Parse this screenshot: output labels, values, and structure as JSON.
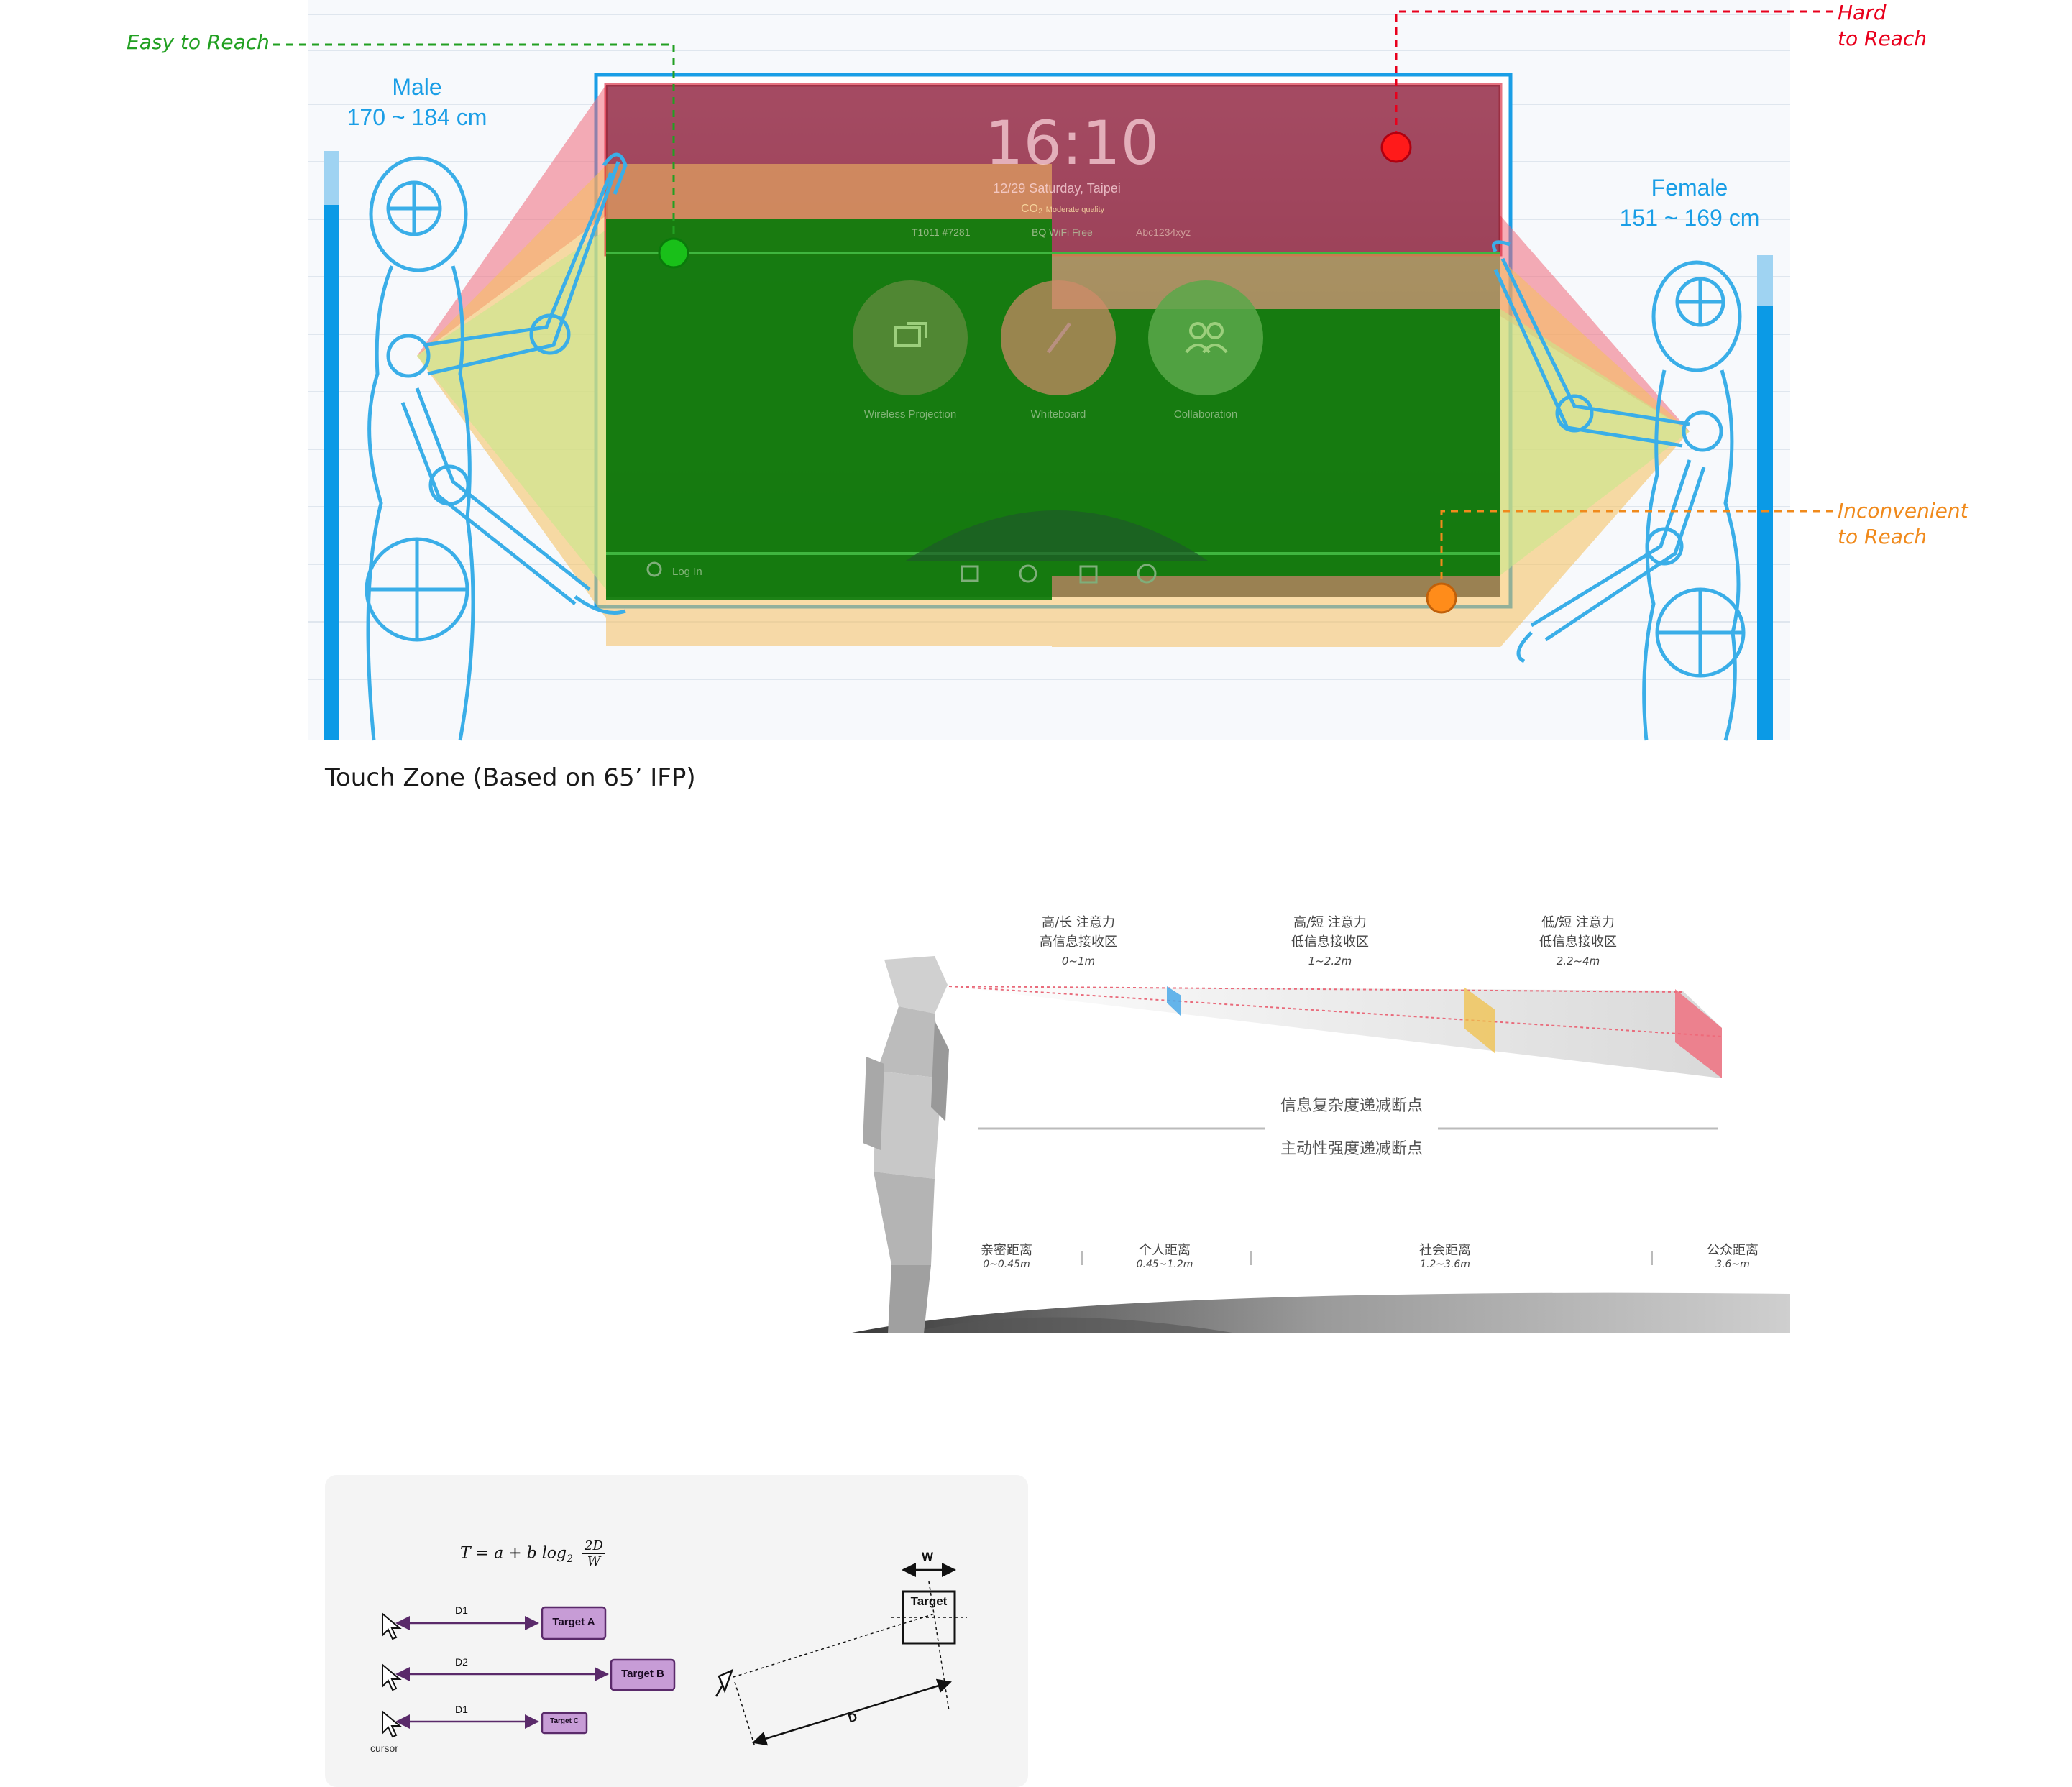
{
  "touch_zone": {
    "caption": "Touch Zone (Based on 65’ IFP)",
    "labels": {
      "easy": "Easy to Reach",
      "hard_line1": "Hard",
      "hard_line2": "to Reach",
      "inconvenient_line1": "Inconvenient",
      "inconvenient_line2": "to Reach"
    },
    "male": {
      "label": "Male",
      "range": "170 ~ 184 cm"
    },
    "female": {
      "label": "Female",
      "range": "151 ~ 169 cm"
    },
    "screen": {
      "time": "16:10",
      "date": "12/29 Saturday, Taipei",
      "co2": "CO₂",
      "co2_status": "Moderate quality",
      "room": "T1011 #7281",
      "wifi": "BQ WiFi Free",
      "password": "Abc1234xyz",
      "apps": [
        "Wireless Projection",
        "Whiteboard",
        "Collaboration"
      ],
      "login": "Log In"
    },
    "colors": {
      "easy": "#1faa1f",
      "hard": "#e8001c",
      "inconvenient": "#f08a1c",
      "figure": "#3aaee8"
    }
  },
  "distance": {
    "attention_zones": [
      {
        "line1": "高/长 注意力",
        "line2": "高信息接收区",
        "range": "0~1m"
      },
      {
        "line1": "高/短 注意力",
        "line2": "低信息接收区",
        "range": "1~2.2m"
      },
      {
        "line1": "低/短 注意力",
        "line2": "低信息接收区",
        "range": "2.2~4m"
      }
    ],
    "break_line1": "信息复杂度递减断点",
    "break_line2": "主动性强度递减断点",
    "social_zones": [
      {
        "label": "亲密距离",
        "range": "0~0.45m"
      },
      {
        "label": "个人距离",
        "range": "0.45~1.2m"
      },
      {
        "label": "社会距离",
        "range": "1.2~3.6m"
      },
      {
        "label": "公众距离",
        "range": "3.6~m"
      }
    ]
  },
  "fitts": {
    "formula": {
      "lhs": "T = a + b log",
      "sub": "2",
      "num": "2D",
      "den": "W"
    },
    "rows": [
      {
        "dist": "D1",
        "target": "Target A"
      },
      {
        "dist": "D2",
        "target": "Target B"
      },
      {
        "dist": "D1",
        "target": "Target C"
      }
    ],
    "cursor_label": "cursor",
    "w_label": "W",
    "target_label": "Target",
    "d_label": "D"
  }
}
